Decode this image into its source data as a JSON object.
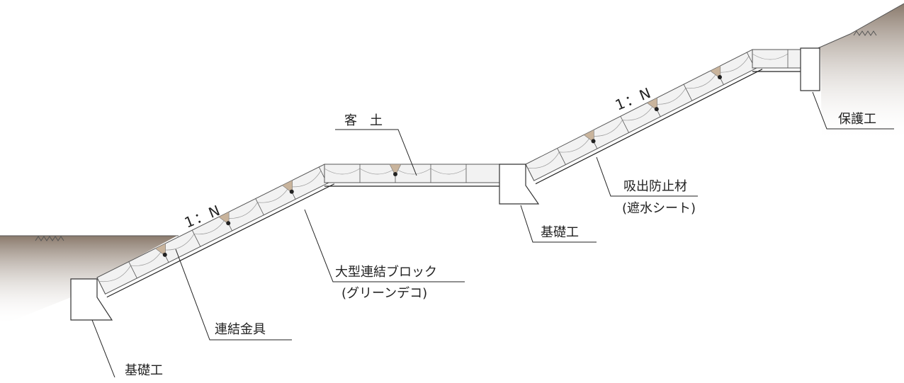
{
  "labels": {
    "kyakudo": "客　土",
    "ratio_left": "1：N",
    "ratio_right": "1：N",
    "block_line1": "大型連結ブロック",
    "block_line2": "(グリーンデコ)",
    "kanagu": "連結金具",
    "kiso_bottom": "基礎工",
    "kiso_middle": "基礎工",
    "suction_line1": "吸出防止材",
    "suction_line2": "(遮水シート)",
    "hogo": "保護工"
  },
  "colors": {
    "ground": "#8a7a6c",
    "soil_fill": "#c9b49c",
    "block_fill": "#f2f2f2",
    "block_stroke": "#555555",
    "line": "#222222"
  },
  "icons": [
    "ground-hatch-icon",
    "connector-fitting-icon"
  ]
}
